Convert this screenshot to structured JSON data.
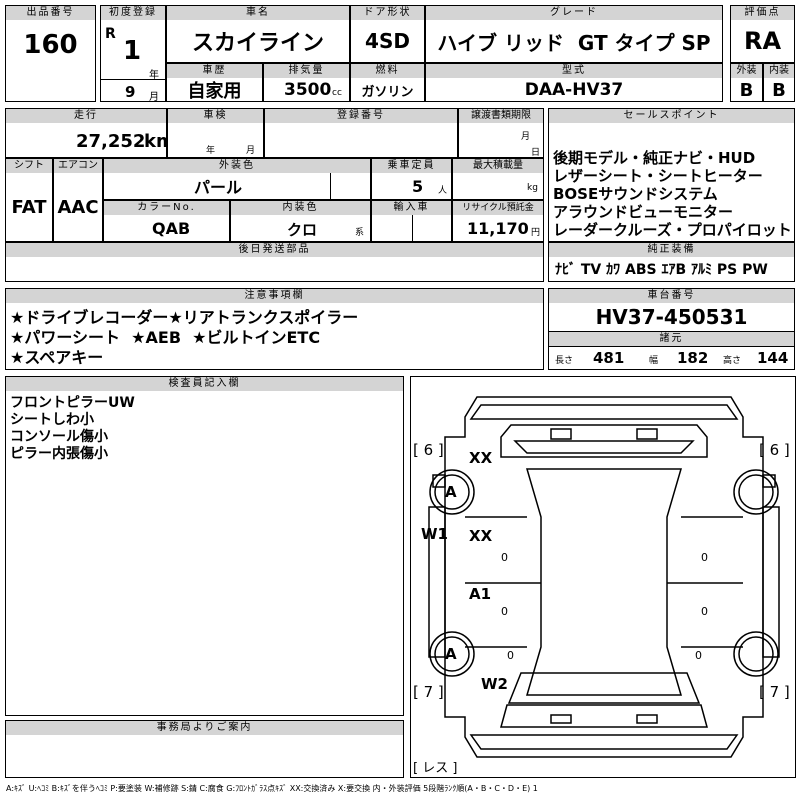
{
  "header": {
    "lot_label": "出品番号",
    "lot_value": "160",
    "reg_label": "初度登録",
    "era": "R",
    "year_value": "1",
    "year_unit": "年",
    "month_value": "9",
    "month_unit": "月",
    "name_label": "車名",
    "name_value": "スカイライン",
    "door_label": "ドア形状",
    "door_value": "4SD",
    "grade_label": "グレード",
    "grade_value": "ハイブ リッド  GT タイプ SP",
    "score_label": "評価点",
    "score_value": "RA",
    "history_label": "車歴",
    "history_value": "自家用",
    "displacement_label": "排気量",
    "displacement_value": "3500",
    "displacement_unit": "cc",
    "fuel_label": "燃料",
    "fuel_value": "ガソリン",
    "model_label": "型式",
    "model_value": "DAA-HV37",
    "ext_label": "外装",
    "ext_value": "B",
    "int_label": "内装",
    "int_value": "B"
  },
  "second": {
    "mileage_label": "走行",
    "mileage_value": "27,252",
    "mileage_unit": "km",
    "inspection_label": "車検",
    "inspection_year": "年",
    "inspection_month": "月",
    "regno_label": "登録番号",
    "deadline_label": "譲渡書類期限",
    "deadline_month": "月",
    "deadline_day": "日",
    "shift_label": "シフト",
    "shift_value": "FAT",
    "ac_label": "エアコン",
    "ac_value": "AAC",
    "color_label": "外装色",
    "color_value": "パール",
    "capacity_label": "乗車定員",
    "capacity_value": "5",
    "capacity_unit": "人",
    "load_label": "最大積載量",
    "load_unit": "kg",
    "colorno_label": "カラーNo.",
    "colorno_value": "QAB",
    "interior_label": "内装色",
    "interior_value": "クロ",
    "interior_unit": "系",
    "import_label": "輸入車",
    "recycle_label": "リサイクル預託金",
    "recycle_value": "11,170",
    "recycle_unit": "円",
    "later_label": "後日発送部品"
  },
  "sales": {
    "label": "セールスポイント",
    "lines": [
      "後期モデル・純正ナビ・HUD",
      "レザーシート・シートヒーター",
      "BOSEサウンドシステム",
      "アラウンドビューモニター",
      "レーダークルーズ・プロパイロット"
    ]
  },
  "equipment": {
    "label": "純正装備",
    "value": "ﾅﾋﾞ TV ｶﾜ ABS ｴｱB ｱﾙﾐ PS PW"
  },
  "caution": {
    "label": "注意事項欄",
    "lines": [
      "★ドライブレコーダー★リアトランクスポイラー",
      "★パワーシート  ★AEB  ★ビルトインETC",
      "★スペアキー"
    ]
  },
  "chassis": {
    "label": "車台番号",
    "value": "HV37-450531",
    "dims_label": "諸元",
    "length_label": "長さ",
    "length_value": "481",
    "width_label": "幅",
    "width_value": "182",
    "height_label": "高さ",
    "height_value": "144"
  },
  "inspector": {
    "label": "検査員記入欄",
    "lines": [
      "フロントピラーUW",
      "シートしわ小",
      "コンソール傷小",
      "ピラー内張傷小"
    ]
  },
  "office": {
    "label": "事務局よりご案内"
  },
  "diagram": {
    "tl": "[ 6 ]",
    "tr": "[ 6 ]",
    "bl": "[ 7 ]",
    "br": "[ 7 ]",
    "bottom": "[ レス ]",
    "marks": [
      "XX",
      "A",
      "W1",
      "XX",
      "A1",
      "A",
      "W2"
    ],
    "zeros": [
      "0",
      "0",
      "0",
      "0",
      "0",
      "0"
    ]
  },
  "legend": "A:ｷｽﾞ U:ﾍｺﾐ B:ｷｽﾞを伴うﾍｺﾐ P:要塗装 W:補修跡 S:錆 C:腐食 G:ﾌﾛﾝﾄｶﾞﾗｽ点ｷｽﾞ XX:交換済み X:要交換  内・外装評価 5段階ﾗﾝｸ順(A・B・C・D・E) 1"
}
